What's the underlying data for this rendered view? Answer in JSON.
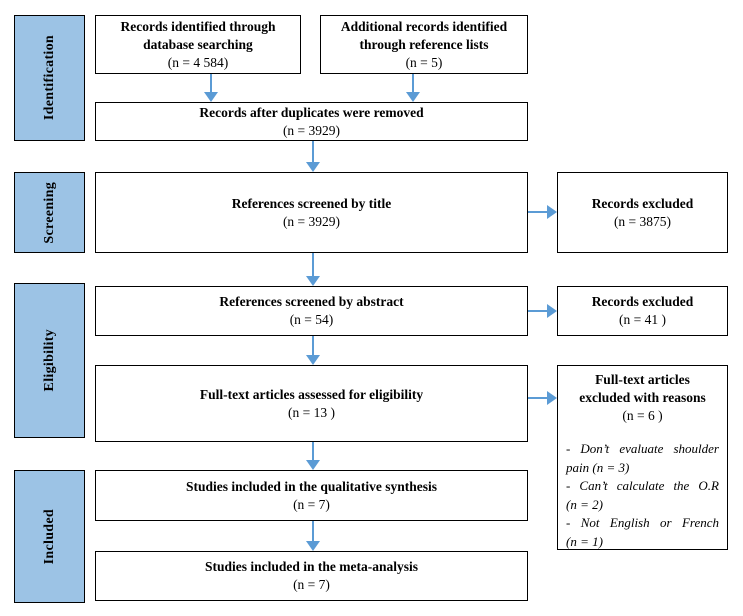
{
  "colors": {
    "sidebar_fill": "#9CC3E5",
    "arrow": "#5B9BD5",
    "box_border": "#000000"
  },
  "sidebar": {
    "identification": "Identification",
    "screening": "Screening",
    "eligibility": "Eligibility",
    "included": "Included"
  },
  "flow": {
    "database_search": {
      "title": "Records identified through\ndatabase searching",
      "count": "(n = 4 584)"
    },
    "reference_lists": {
      "title": "Additional records identified\nthrough reference lists",
      "count": "(n = 5)"
    },
    "after_duplicates": {
      "title": "Records after duplicates were removed",
      "count": "(n = 3929)"
    },
    "screened_by_title": {
      "title": "References screened by title",
      "count": "(n = 3929)"
    },
    "screened_by_abstract": {
      "title": "References screened by abstract",
      "count": "(n = 54)"
    },
    "fulltext_assessed": {
      "title": "Full-text articles assessed for eligibility",
      "count": "(n = 13 )"
    },
    "qualitative_synthesis": {
      "title": "Studies included in the qualitative synthesis",
      "count": "(n = 7)"
    },
    "meta_analysis": {
      "title": "Studies included in the meta-analysis",
      "count": "(n = 7)"
    }
  },
  "excluded": {
    "title_screen": {
      "title": "Records excluded",
      "count": "(n = 3875)"
    },
    "abstract_screen": {
      "title": "Records excluded",
      "count": "(n = 41 )"
    },
    "fulltext": {
      "title": "Full-text articles\nexcluded with reasons",
      "count": "(n = 6 )",
      "reasons": [
        "- Don’t evaluate shoulder pain (n = 3)",
        "- Can’t calculate the O.R (n = 2)",
        "- Not English or French (n = 1)"
      ]
    }
  }
}
